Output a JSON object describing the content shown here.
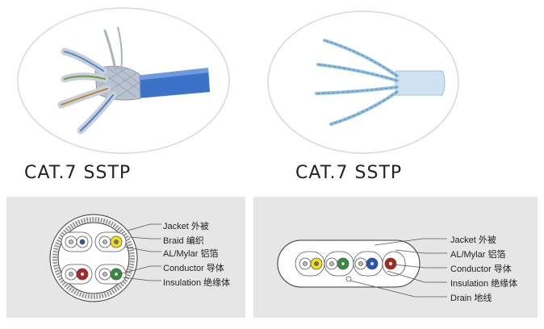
{
  "photos": {
    "left_caption": "CAT.7 SSTP",
    "right_caption": "CAT.7 SSTP"
  },
  "diagram_round": {
    "labels": [
      "Jacket 外被",
      "Braid 编织",
      "AL/Mylar 铝箔",
      "Conductor 导体",
      "Insulation 绝缘体"
    ]
  },
  "diagram_flat": {
    "labels": [
      "Jacket 外被",
      "AL/Mylar 铝箔",
      "Conductor 导体",
      "Insulation 绝缘体",
      "Drain 地线"
    ]
  },
  "colors": {
    "panel": "#e6e6e6",
    "cable_blue": "#3c73c8",
    "jacket_light_blue": "#cfe2f2",
    "wire_blue": "#8cbde0",
    "core_blue": "#1f57b8",
    "core_yellow": "#f2e21a",
    "core_green": "#2f8f3a",
    "core_red": "#b0231d",
    "leader_line": "#555555"
  }
}
